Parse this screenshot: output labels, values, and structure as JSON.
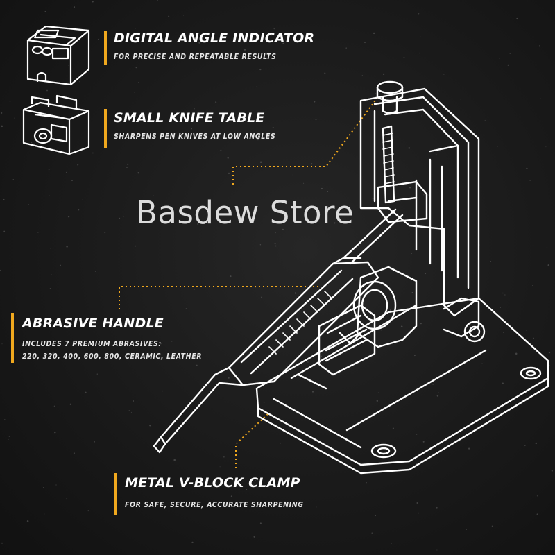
{
  "features": [
    {
      "title": "DIGITAL ANGLE INDICATOR",
      "subtitle": "FOR PRECISE AND REPEATABLE RESULTS",
      "icon": "digital-angle-indicator-icon"
    },
    {
      "title": "SMALL KNIFE TABLE",
      "subtitle": "SHARPENS PEN KNIVES AT LOW ANGLES",
      "icon": "small-knife-table-icon"
    },
    {
      "title": "ABRASIVE HANDLE",
      "subtitle_lines": [
        "INCLUDES 7 PREMIUM ABRASIVES:",
        "220, 320, 400, 600, 800, CERAMIC, LEATHER"
      ]
    },
    {
      "title": "METAL V-BLOCK CLAMP",
      "subtitle": "FOR SAFE, SECURE, ACCURATE SHARPENING"
    }
  ],
  "watermark": "Basdew Store",
  "colors": {
    "accent": "#f0a81e",
    "background": "#161616",
    "line_art": "#ffffff"
  }
}
